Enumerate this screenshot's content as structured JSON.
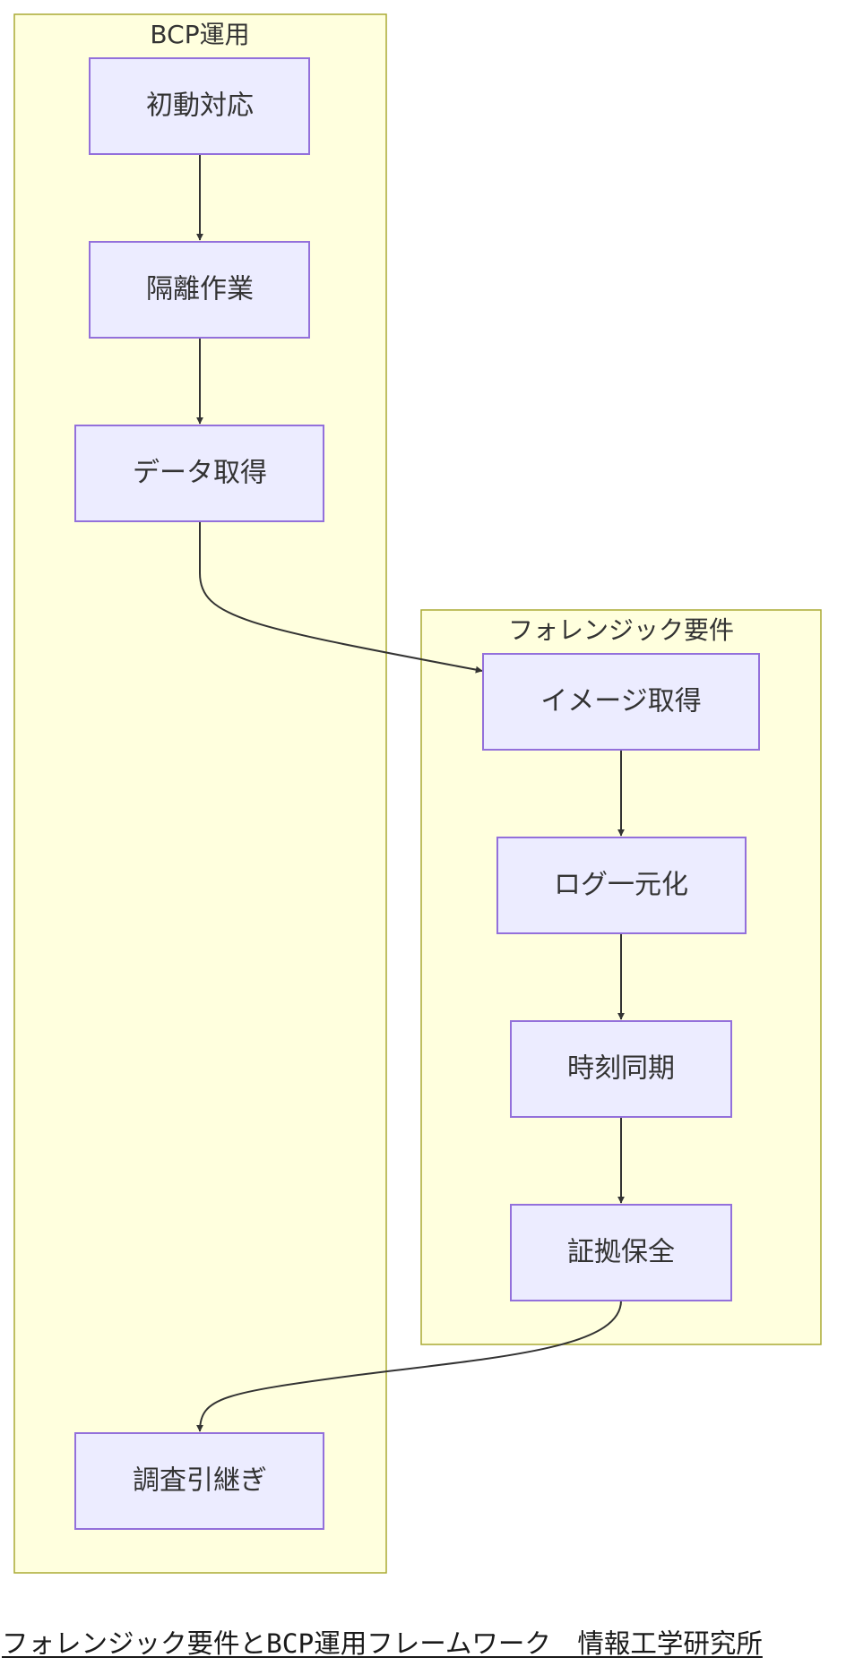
{
  "clusters": {
    "bcp": {
      "title": "BCP運用"
    },
    "forensic": {
      "title": "フォレンジック要件"
    }
  },
  "nodes": {
    "initial_response": "初動対応",
    "isolation": "隔離作業",
    "data_acquisition": "データ取得",
    "image_acquisition": "イメージ取得",
    "log_unification": "ログ一元化",
    "time_sync": "時刻同期",
    "evidence_preservation": "証拠保全",
    "investigation_handover": "調査引継ぎ"
  },
  "edges": [
    {
      "from": "初動対応",
      "to": "隔離作業"
    },
    {
      "from": "隔離作業",
      "to": "データ取得"
    },
    {
      "from": "データ取得",
      "to": "イメージ取得"
    },
    {
      "from": "イメージ取得",
      "to": "ログ一元化"
    },
    {
      "from": "ログ一元化",
      "to": "時刻同期"
    },
    {
      "from": "時刻同期",
      "to": "証拠保全"
    },
    {
      "from": "証拠保全",
      "to": "調査引継ぎ"
    }
  ],
  "footer": {
    "caption": "フォレンジック要件とBCP運用フレームワーク　情報工学研究所"
  },
  "colors": {
    "cluster_fill": "#ffffde",
    "cluster_stroke": "#aaaa33",
    "node_fill": "#ececff",
    "node_stroke": "#9370db",
    "edge": "#333333"
  }
}
